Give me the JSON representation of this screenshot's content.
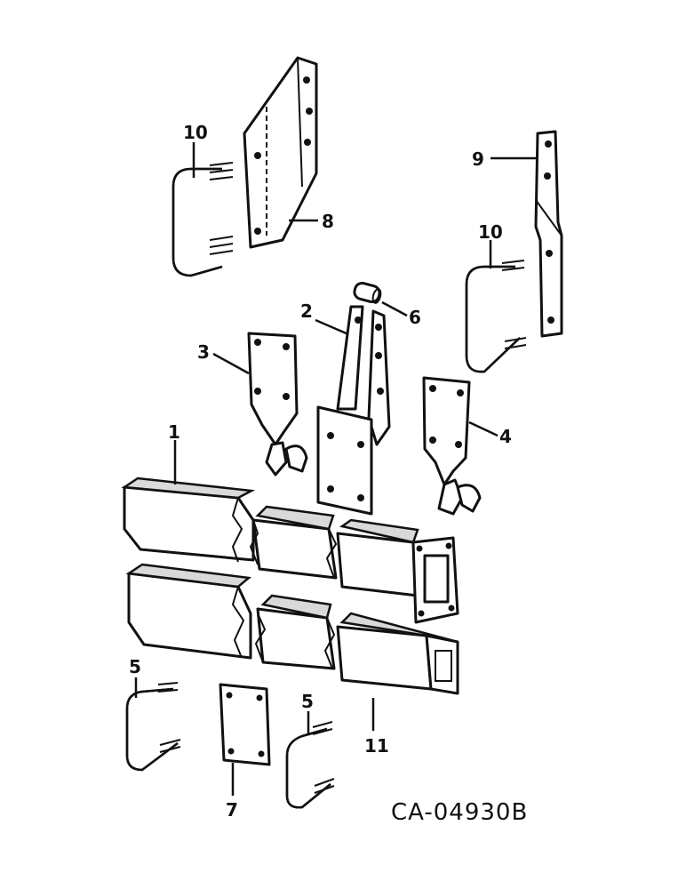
{
  "callouts": {
    "c1": "1",
    "c2": "2",
    "c3": "3",
    "c4": "4",
    "c5a": "5",
    "c5b": "5",
    "c6": "6",
    "c7": "7",
    "c8": "8",
    "c9": "9",
    "c10a": "10",
    "c10b": "10",
    "c11": "11"
  },
  "drawing_code": "CA-04930B"
}
